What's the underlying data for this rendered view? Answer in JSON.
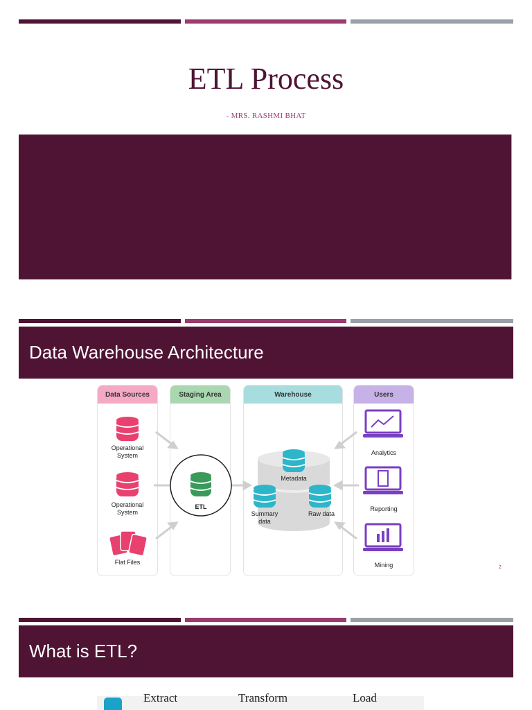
{
  "slide1": {
    "title": "ETL Process",
    "subtitle": "- MRS. RASHMI BHAT"
  },
  "slide2": {
    "title": "Data Warehouse Architecture",
    "page_number": "2",
    "diagram": {
      "columns": {
        "sources": "Data Sources",
        "staging": "Staging Area",
        "warehouse": "Warehouse",
        "users": "Users"
      },
      "sources": {
        "op1": "Operational System",
        "op2": "Operational System",
        "flat": "Flat Files"
      },
      "staging": {
        "etl": "ETL"
      },
      "warehouse": {
        "metadata": "Metadata",
        "summary": "Summary data",
        "raw": "Raw data"
      },
      "users": {
        "analytics": "Analytics",
        "reporting": "Reporting",
        "mining": "Mining"
      },
      "colors": {
        "source": "#e8416f",
        "etl": "#3a9a5b",
        "warehouse_db": "#2db5c9",
        "user": "#7a3fc2",
        "arrow": "#cfcfcf"
      }
    }
  },
  "slide3": {
    "title": "What is ETL?",
    "steps": {
      "extract": "Extract",
      "transform": "Transform",
      "load": "Load"
    }
  },
  "theme": {
    "primary": "#4f1434",
    "accent": "#9b3b6e",
    "neutral": "#9aa0a8"
  }
}
